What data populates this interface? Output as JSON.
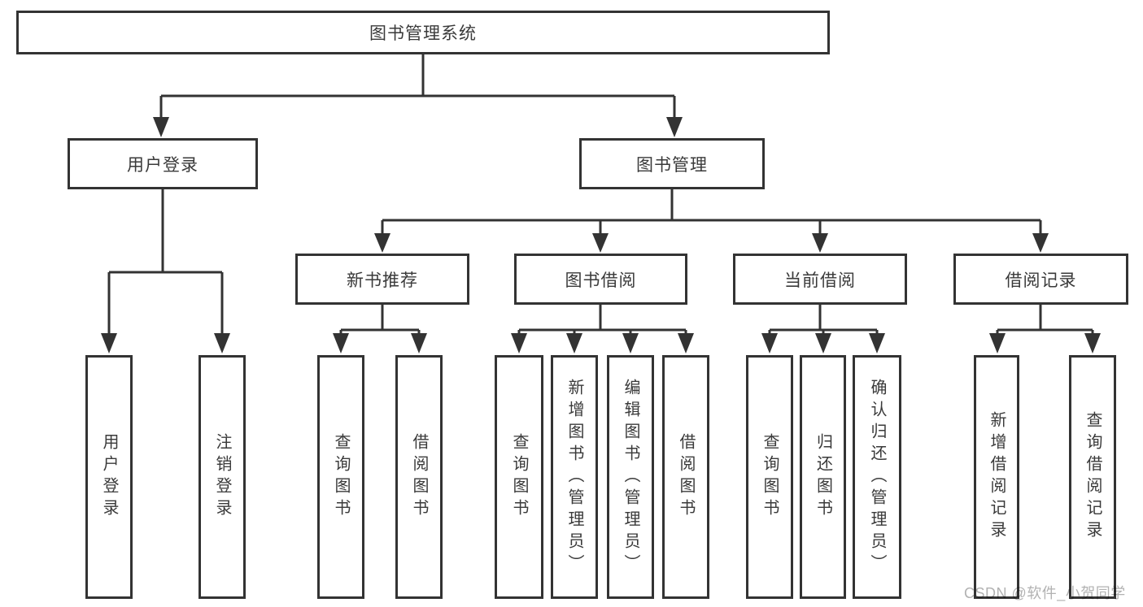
{
  "diagram": {
    "root": {
      "label": "图书管理系统",
      "children": [
        {
          "label": "用户登录",
          "children": [
            {
              "label": "用户登录"
            },
            {
              "label": "注销登录"
            }
          ]
        },
        {
          "label": "图书管理",
          "children": [
            {
              "label": "新书推荐",
              "children": [
                {
                  "label": "查询图书"
                },
                {
                  "label": "借阅图书"
                }
              ]
            },
            {
              "label": "图书借阅",
              "children": [
                {
                  "label": "查询图书"
                },
                {
                  "label": "新增图书（管理员）"
                },
                {
                  "label": "编辑图书（管理员）"
                },
                {
                  "label": "借阅图书"
                }
              ]
            },
            {
              "label": "当前借阅",
              "children": [
                {
                  "label": "查询图书"
                },
                {
                  "label": "归还图书"
                },
                {
                  "label": "确认归还（管理员）"
                }
              ]
            },
            {
              "label": "借阅记录",
              "children": [
                {
                  "label": "新增借阅记录"
                },
                {
                  "label": "查询借阅记录"
                }
              ]
            }
          ]
        }
      ]
    }
  },
  "watermark": {
    "text": "CSDN @软件_小贺同学"
  },
  "colors": {
    "line": "#333333",
    "text": "#3a3a3a",
    "watermark": "#b2b2b2",
    "background": "#ffffff"
  }
}
